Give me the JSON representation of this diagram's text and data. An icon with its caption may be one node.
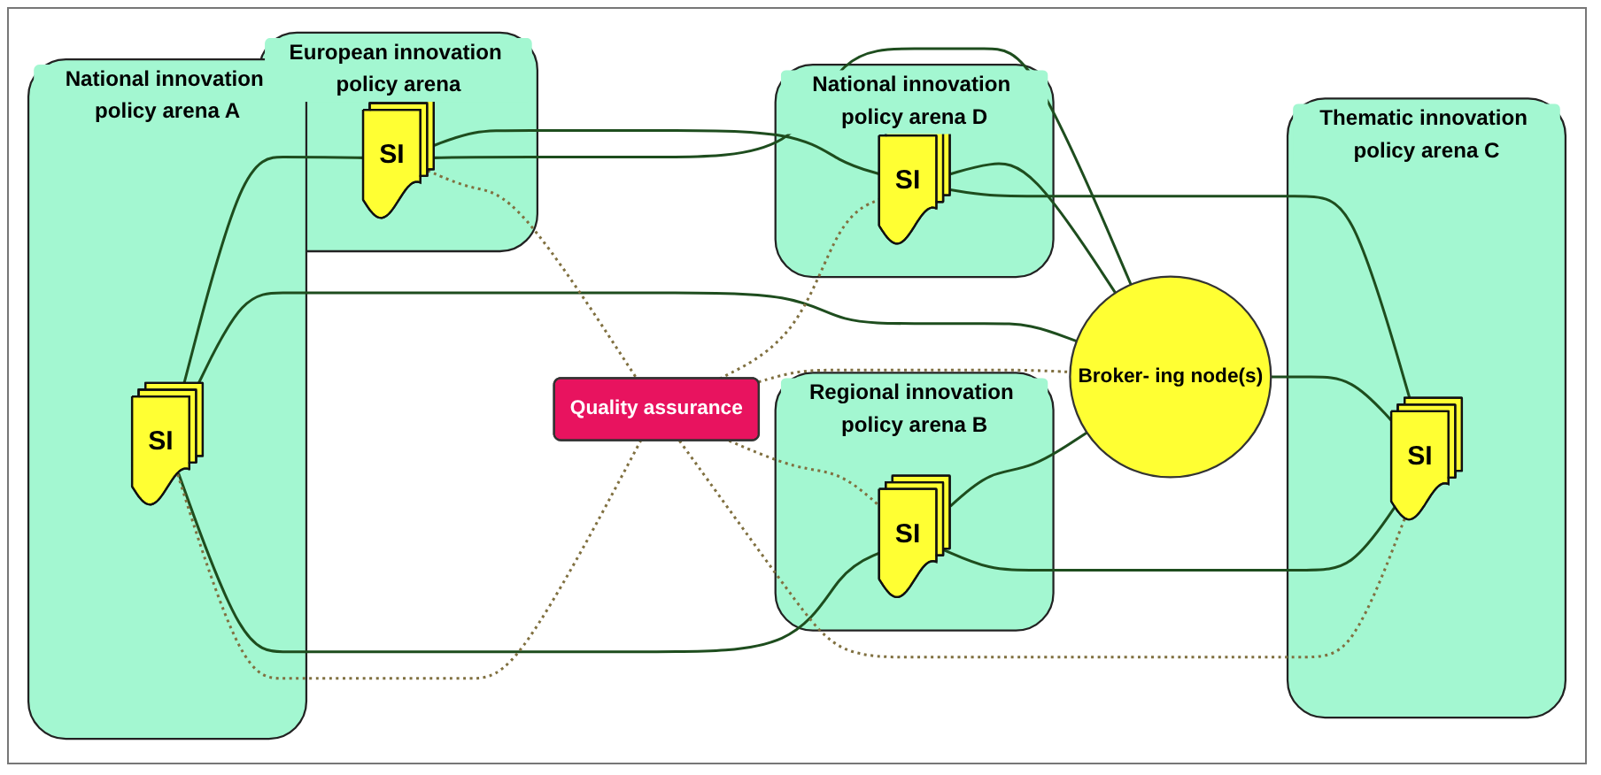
{
  "diagram": {
    "nodes": [
      {
        "text": [
          "National innovation policy arena A"
        ]
      },
      {
        "text": [
          "SI"
        ],
        "in": 0
      },
      {
        "text": [
          "European innovation policy arena"
        ]
      },
      {
        "text": [
          "SI"
        ],
        "in": 2
      },
      {
        "text": [
          "National innovation policy arena D"
        ]
      },
      {
        "text": [
          "SI"
        ],
        "in": 4
      },
      {
        "text": [
          "Quality assurance"
        ]
      },
      {
        "text": [
          "Broker- ing node(s)"
        ]
      },
      {
        "text": [
          "Regional innovation policy arena B"
        ]
      },
      {
        "text": [
          "SI"
        ],
        "in": 8
      },
      {
        "text": [
          "Thematic innovation policy arena C"
        ]
      },
      {
        "text": [
          "SI"
        ],
        "in": 10
      }
    ],
    "edges": [
      {
        "from": 1,
        "to": 3,
        "arrow": "none"
      },
      {
        "from": 1,
        "to": 7,
        "arrow": "none"
      },
      {
        "from": 1,
        "to": 9,
        "arrow": "none"
      },
      {
        "from": 1,
        "to": 6,
        "arrow": "none",
        "style": "dashed",
        "color": "#807040"
      },
      {
        "from": 3,
        "to": 5,
        "arrow": "none"
      },
      {
        "from": 3,
        "to": 7,
        "arrow": "none"
      },
      {
        "from": 3,
        "to": 6,
        "arrow": "none",
        "style": "dashed",
        "color": "#807040"
      },
      {
        "from": 5,
        "to": 7,
        "arrow": "none"
      },
      {
        "from": 5,
        "to": 11,
        "arrow": "none"
      },
      {
        "from": 6,
        "to": 5,
        "arrow": "none",
        "style": "dashed",
        "color": "#807040"
      },
      {
        "from": 6,
        "to": 7,
        "arrow": "none",
        "style": "dashed",
        "color": "#807040"
      },
      {
        "from": 6,
        "to": 9,
        "arrow": "none",
        "style": "dashed",
        "color": "#807040"
      },
      {
        "from": 6,
        "to": 11,
        "arrow": "none",
        "style": "dashed",
        "color": "#807040"
      },
      {
        "from": 9,
        "to": 7,
        "arrow": "none"
      },
      {
        "from": 9,
        "to": 11,
        "arrow": "none"
      },
      {
        "from": 7,
        "to": 11,
        "arrow": "none"
      }
    ]
  }
}
